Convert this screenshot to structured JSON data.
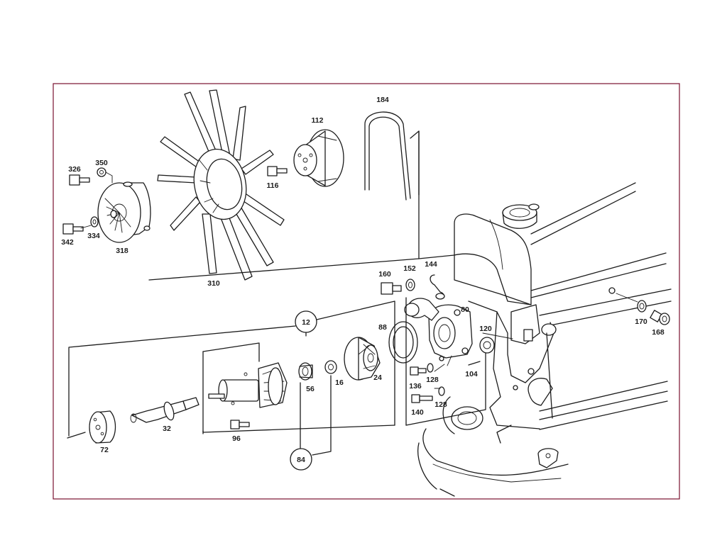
{
  "diagram": {
    "callouts": {
      "p184": "184",
      "p112": "112",
      "p326": "326",
      "p350": "350",
      "p116": "116",
      "p342": "342",
      "p334": "334",
      "p318": "318",
      "p310": "310",
      "p160": "160",
      "p152": "152",
      "p144": "144",
      "p80": "80",
      "p88": "88",
      "p12": "12",
      "p120": "120",
      "p170": "170",
      "p168": "168",
      "p56": "56",
      "p16": "16",
      "p24": "24",
      "p136": "136",
      "p128a": "128",
      "p104": "104",
      "p140": "140",
      "p128b": "128",
      "p72": "72",
      "p32": "32",
      "p96": "96",
      "p84": "84"
    }
  }
}
